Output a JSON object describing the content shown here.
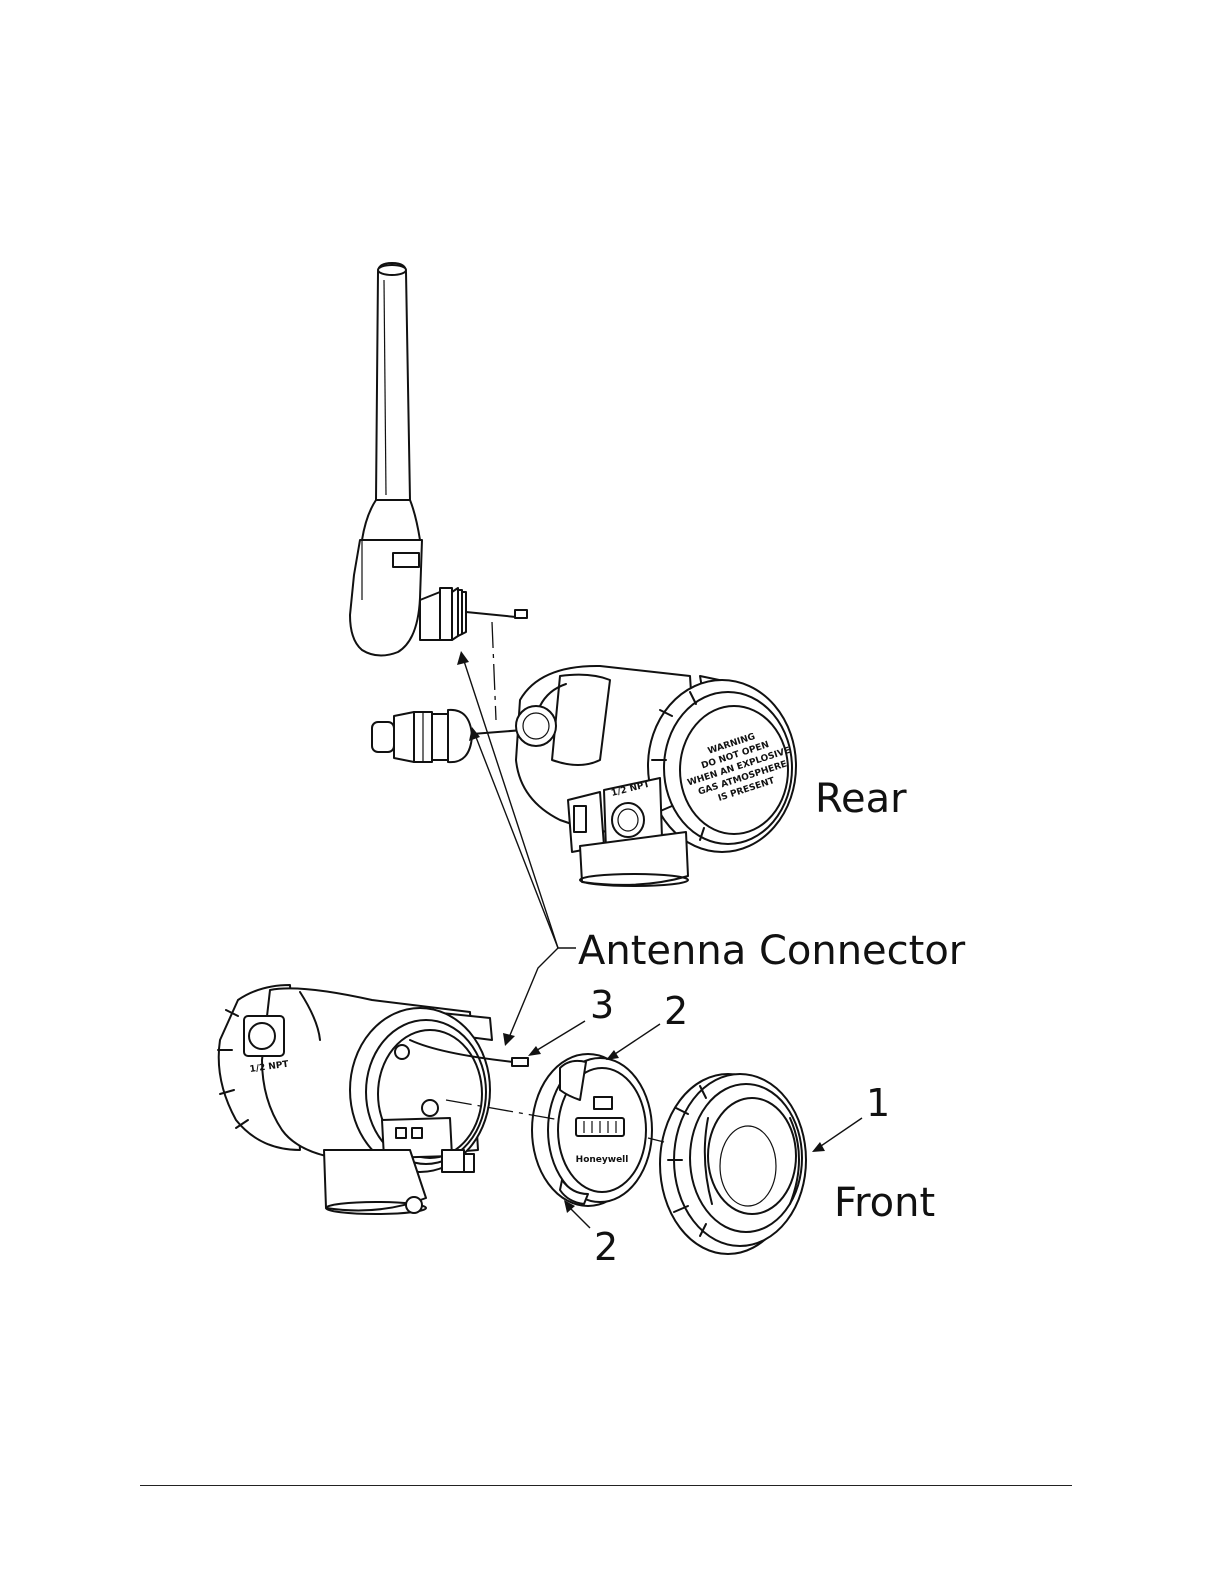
{
  "labels": {
    "rear": "Rear",
    "front": "Front",
    "antenna_connector": "Antenna Connector",
    "callout_1": "1",
    "callout_2_top": "2",
    "callout_2_bottom": "2",
    "callout_3": "3"
  },
  "markings": {
    "warning_cap": [
      "WARNING",
      "DO NOT OPEN",
      "WHEN AN EXPLOSIVE",
      "GAS ATMOSPHERE",
      "IS PRESENT"
    ],
    "conduit_npt": "1/2 NPT",
    "display_brand": "Honeywell"
  }
}
